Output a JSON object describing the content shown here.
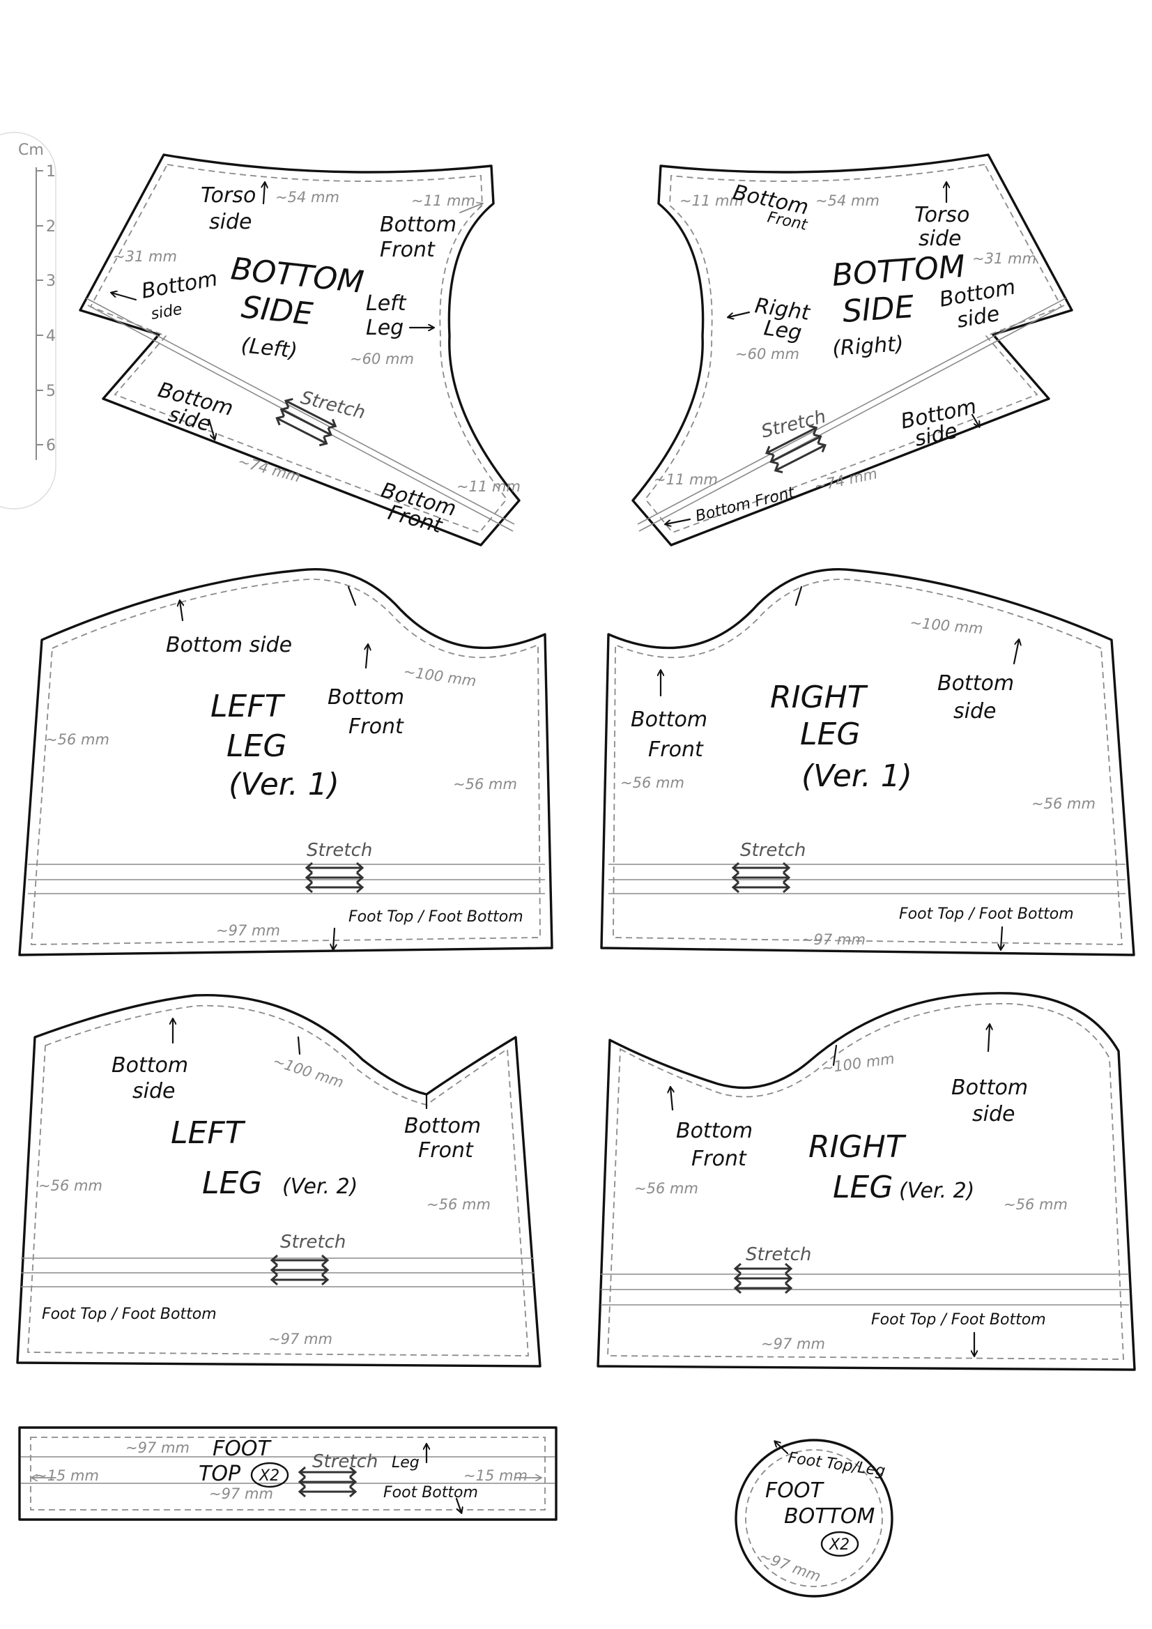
{
  "ruler": {
    "unit": "Cm",
    "ticks": [
      "1",
      "2",
      "3",
      "4",
      "5",
      "6"
    ]
  },
  "pieces": {
    "bottom_side_left": {
      "title": [
        "BOTTOM",
        "SIDE",
        "(Left)"
      ],
      "torso_side": [
        "Torso",
        "side"
      ],
      "bottom_front_top": [
        "Bottom",
        "Front"
      ],
      "bottom_side_left_edge": [
        "Bottom",
        "side"
      ],
      "left_leg": [
        "Left",
        "Leg"
      ],
      "bottom_side_bottom": [
        "Bottom",
        "side"
      ],
      "bottom_front_bottom": [
        "Bottom",
        "Front"
      ],
      "stretch": "Stretch",
      "dim_top": "~54 mm",
      "dim_corner": "~11 mm",
      "dim_left": "~31 mm",
      "dim_curve": "~60 mm",
      "dim_bottom": "~74 mm",
      "dim_bottom_right": "~11 mm"
    },
    "bottom_side_right": {
      "title": [
        "BOTTOM",
        "SIDE",
        "(Right)"
      ],
      "bottom_front_top": [
        "Bottom",
        "Front"
      ],
      "torso_side": [
        "Torso",
        "side"
      ],
      "bottom_side_right_edge": [
        "Bottom",
        "side"
      ],
      "right_leg": [
        "Right",
        "Leg"
      ],
      "bottom_side_bottom": [
        "Bottom",
        "side"
      ],
      "bottom_front_bottom": "Bottom Front",
      "stretch": "Stretch",
      "dim_corner": "~11 mm",
      "dim_top": "~54 mm",
      "dim_right": "~31 mm",
      "dim_curve": "~60 mm",
      "dim_bottom_left": "~11 mm",
      "dim_bottom": "~74 mm"
    },
    "left_leg_v1": {
      "title": [
        "LEFT",
        "LEG",
        "(Ver. 1)"
      ],
      "bottom_side": "Bottom side",
      "bottom_front": [
        "Bottom",
        "Front"
      ],
      "stretch": "Stretch",
      "foot": "Foot Top / Foot Bottom",
      "dim_top": "~100 mm",
      "dim_left": "~56 mm",
      "dim_right": "~56 mm",
      "dim_bottom": "~97 mm"
    },
    "right_leg_v1": {
      "title": [
        "RIGHT",
        "LEG",
        "(Ver. 1)"
      ],
      "bottom_front": [
        "Bottom",
        "Front"
      ],
      "bottom_side": [
        "Bottom",
        "side"
      ],
      "stretch": "Stretch",
      "foot": "Foot Top / Foot Bottom",
      "dim_top": "~100 mm",
      "dim_left": "~56 mm",
      "dim_right": "~56 mm",
      "dim_bottom": "~97 mm"
    },
    "left_leg_v2": {
      "title": [
        "LEFT",
        "LEG",
        "(Ver. 2)"
      ],
      "bottom_side": [
        "Bottom",
        "side"
      ],
      "bottom_front": [
        "Bottom",
        "Front"
      ],
      "stretch": "Stretch",
      "foot": "Foot Top / Foot Bottom",
      "dim_top": "~100 mm",
      "dim_left": "~56 mm",
      "dim_right": "~56 mm",
      "dim_bottom": "~97 mm"
    },
    "right_leg_v2": {
      "title": [
        "RIGHT",
        "LEG",
        "(Ver. 2)"
      ],
      "bottom_front": [
        "Bottom",
        "Front"
      ],
      "bottom_side": [
        "Bottom",
        "side"
      ],
      "stretch": "Stretch",
      "foot": "Foot Top / Foot Bottom",
      "dim_top": "~100 mm",
      "dim_left": "~56 mm",
      "dim_right": "~56 mm",
      "dim_bottom": "~97 mm"
    },
    "foot_top": {
      "title": [
        "FOOT",
        "TOP"
      ],
      "count": "X2",
      "stretch": "Stretch",
      "leg": "Leg",
      "foot_bottom": "Foot Bottom",
      "dim_top": "~97 mm",
      "dim_bottom": "~97 mm",
      "dim_left": "~15 mm",
      "dim_right": "~15 mm"
    },
    "foot_bottom": {
      "title": [
        "FOOT",
        "BOTTOM"
      ],
      "count": "X2",
      "foot_top_leg": "Foot Top/Leg",
      "dim_circ": "~97 mm"
    }
  }
}
